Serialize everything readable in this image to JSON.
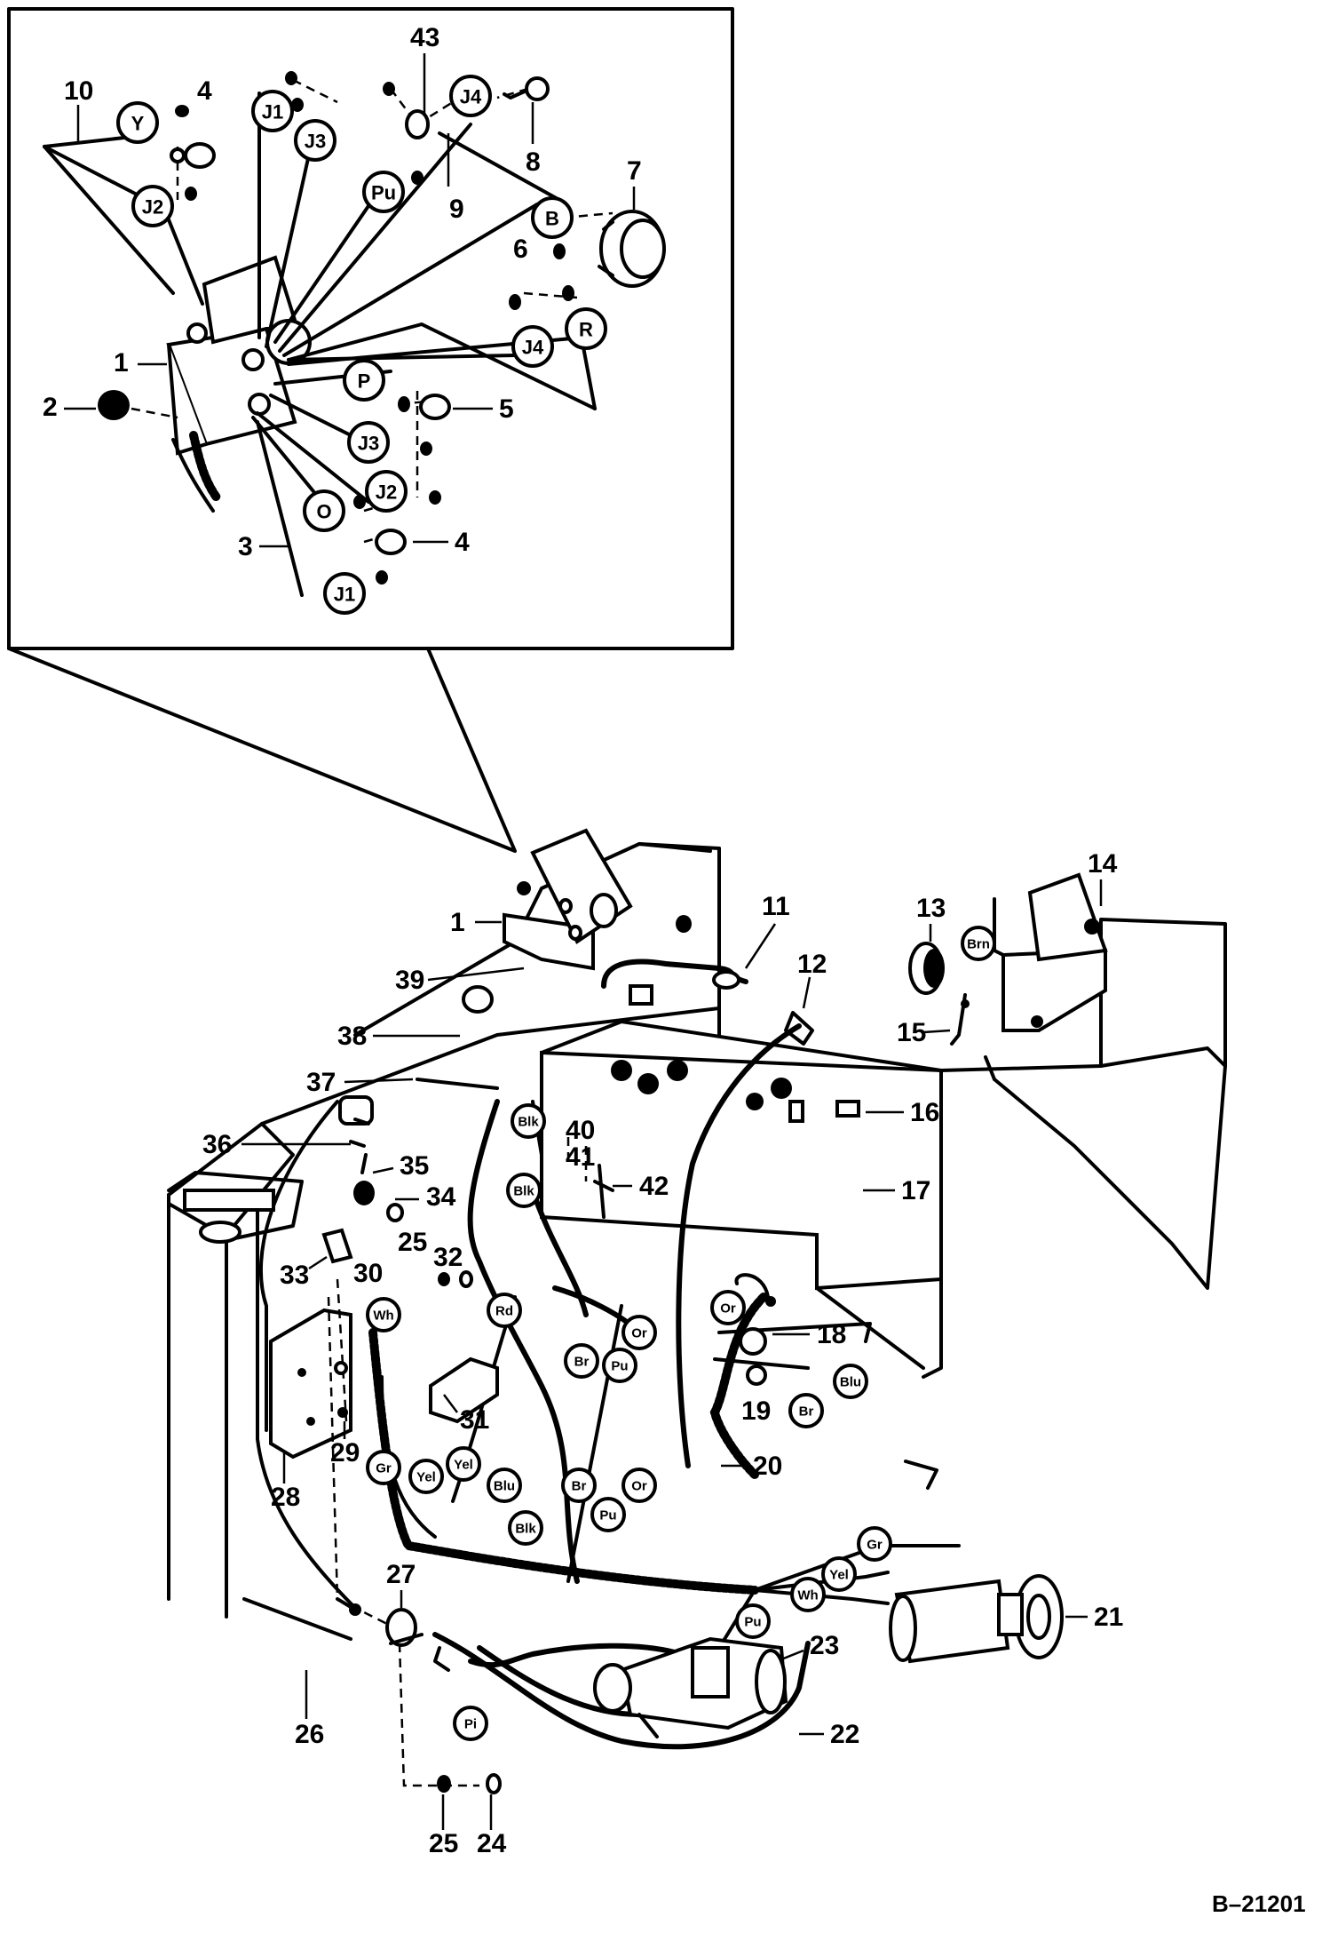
{
  "figure_code": "B–21201",
  "callouts": {
    "c1": "1",
    "c2": "2",
    "c3": "3",
    "c4a": "4",
    "c4b": "4",
    "c5": "5",
    "c6": "6",
    "c7": "7",
    "c8": "8",
    "c9": "9",
    "c10": "10",
    "c43": "43",
    "m1": "1",
    "m11": "11",
    "m12": "12",
    "m13": "13",
    "m14": "14",
    "m15": "15",
    "m16": "16",
    "m17": "17",
    "m18": "18",
    "m19": "19",
    "m20": "20",
    "m21": "21",
    "m22": "22",
    "m23": "23",
    "m24": "24",
    "m25a": "25",
    "m25b": "25",
    "m26": "26",
    "m27": "27",
    "m28": "28",
    "m29": "29",
    "m30": "30",
    "m31": "31",
    "m32": "32",
    "m33": "33",
    "m34": "34",
    "m35": "35",
    "m36": "36",
    "m37": "37",
    "m38": "38",
    "m39": "39",
    "m40": "40",
    "m41": "41",
    "m42": "42"
  },
  "inset_tags": {
    "y": "Y",
    "j1a": "J1",
    "j3a": "J3",
    "j2a": "J2",
    "pu": "Pu",
    "j4a": "J4",
    "b": "B",
    "r": "R",
    "j4b": "J4",
    "p": "P",
    "j3b": "J3",
    "j2b": "J2",
    "o": "O",
    "j1b": "J1"
  },
  "wire_tags": {
    "brn": "Brn",
    "blk1": "Blk",
    "blk2": "Blk",
    "wh1": "Wh",
    "rd": "Rd",
    "or1": "Or",
    "br1": "Br",
    "pu1": "Pu",
    "or2": "Or",
    "br2": "Br",
    "blu1": "Blu",
    "gr1": "Gr",
    "yel1": "Yel",
    "yel2": "Yel",
    "blu2": "Blu",
    "br3": "Br",
    "pu2": "Pu",
    "or3": "Or",
    "blk3": "Blk",
    "gr2": "Gr",
    "yel3": "Yel",
    "wh2": "Wh",
    "pu3": "Pu",
    "pi": "Pi"
  }
}
